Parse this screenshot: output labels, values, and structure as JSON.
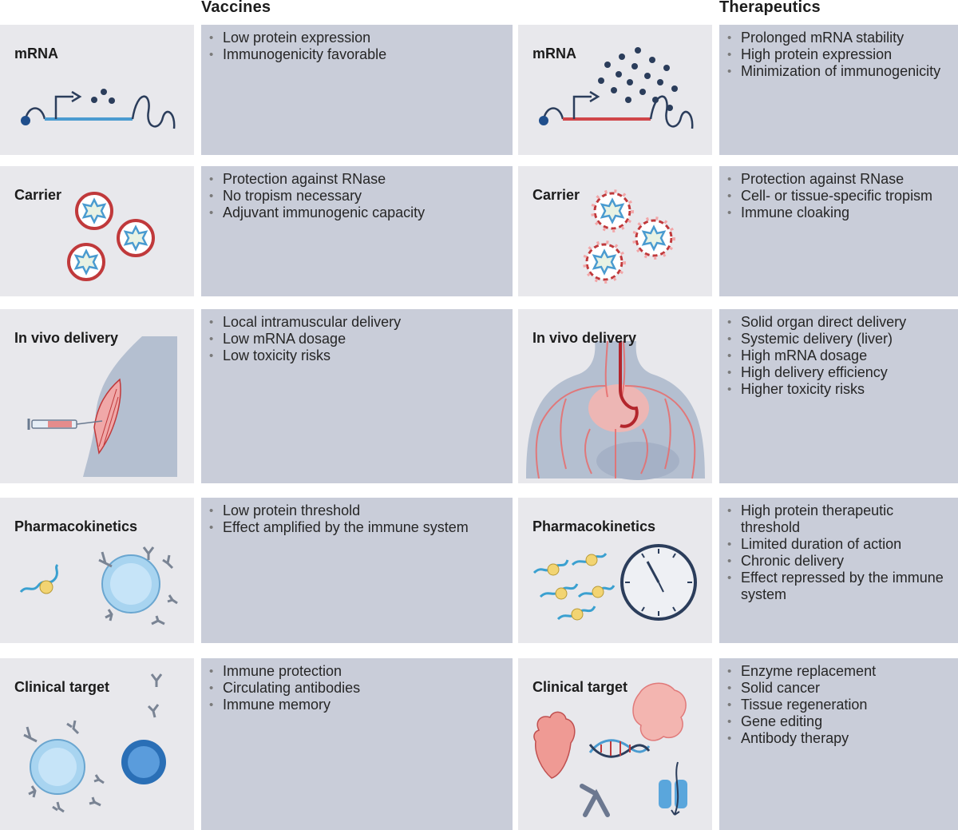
{
  "columns": {
    "vaccines": "Vaccines",
    "therapeutics": "Therapeutics"
  },
  "rows": [
    {
      "label": "mRNA",
      "vaccines": [
        "Low protein expression",
        "Immunogenicity favorable"
      ],
      "therapeutics": [
        "Prolonged mRNA stability",
        "High protein expression",
        "Minimization of immunogenicity"
      ]
    },
    {
      "label": "Carrier",
      "vaccines": [
        "Protection against RNase",
        "No tropism necessary",
        "Adjuvant immunogenic capacity"
      ],
      "therapeutics": [
        "Protection against RNase",
        "Cell- or tissue-specific tropism",
        "Immune cloaking"
      ]
    },
    {
      "label": "In vivo delivery",
      "vaccines": [
        "Local intramuscular delivery",
        "Low mRNA dosage",
        "Low toxicity risks"
      ],
      "therapeutics": [
        "Solid organ direct delivery",
        "Systemic delivery (liver)",
        "High mRNA dosage",
        "High delivery efficiency",
        "Higher toxicity risks"
      ]
    },
    {
      "label": "Pharmacokinetics",
      "vaccines": [
        "Low protein threshold",
        "Effect amplified by the immune system"
      ],
      "therapeutics": [
        "High protein therapeutic threshold",
        "Limited duration of action",
        "Chronic delivery",
        "Effect repressed by the immune system"
      ]
    },
    {
      "label": "Clinical target",
      "vaccines": [
        "Immune protection",
        "Circulating antibodies",
        "Immune memory"
      ],
      "therapeutics": [
        "Enzyme replacement",
        "Solid cancer",
        "Tissue regeneration",
        "Gene editing",
        "Antibody therapy"
      ]
    }
  ],
  "colors": {
    "panel_image_bg": "#e8e8ec",
    "panel_text_bg": "#c9cdd9",
    "navy": "#2b3d5b",
    "mrna_blue": "#4a9bd0",
    "mrna_red": "#d0464a",
    "carrier_red": "#c0393b"
  }
}
